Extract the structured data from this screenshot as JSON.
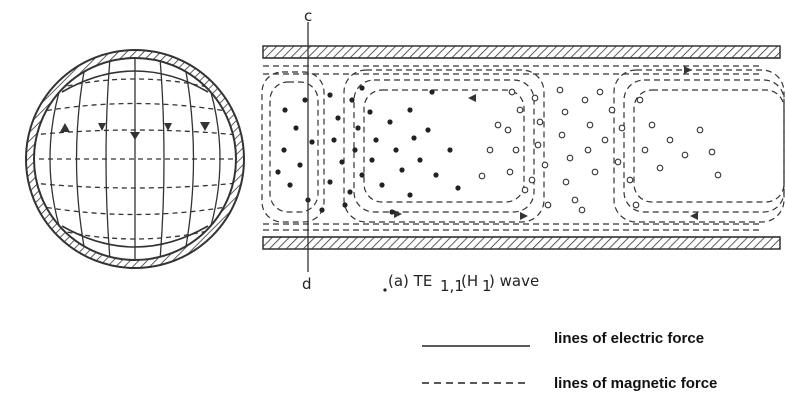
{
  "diagram": {
    "section_labels": {
      "top": "c",
      "bottom": "d"
    },
    "caption": {
      "prefix": "(a) TE",
      "subscript": "1,1",
      "mode": "(H",
      "mode_sub": "1",
      "suffix": ") wave"
    },
    "legend": [
      {
        "line_style": "solid",
        "label": "lines of electric force"
      },
      {
        "line_style": "dashed",
        "label": "lines of magnetic force"
      }
    ],
    "colors": {
      "ink": "#2a2a2a",
      "background": "#ffffff"
    }
  }
}
